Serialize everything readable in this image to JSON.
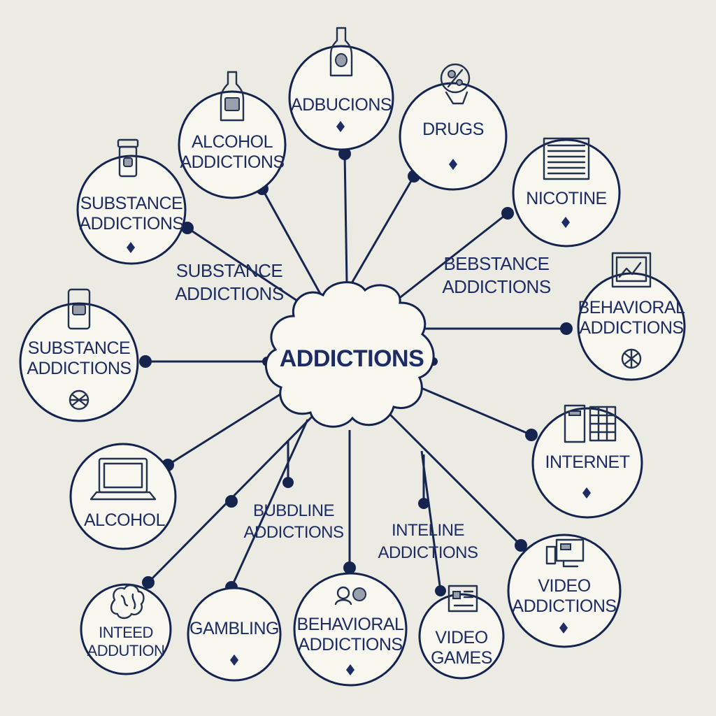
{
  "hub": {
    "label": "ADDICTIONS"
  },
  "nodes": [
    {
      "id": "substance-top",
      "lines": [
        "SUBSTANCE",
        "ADDICTIONS"
      ],
      "icon": "jar-icon"
    },
    {
      "id": "alcohol-addictions",
      "lines": [
        "ALCOHOL",
        "ADDICTIONS"
      ],
      "icon": "bottle-icon"
    },
    {
      "id": "adbucions",
      "lines": [
        "ADBUCIONS"
      ],
      "icon": "bottle-icon"
    },
    {
      "id": "drugs",
      "lines": [
        "DRUGS"
      ],
      "icon": "pills-icon"
    },
    {
      "id": "nicotine",
      "lines": [
        "NICOTINE"
      ],
      "icon": "cigarette-pack-icon"
    },
    {
      "id": "behavioral-right",
      "lines": [
        "BEHAVIORAL",
        "ADDICTIONS"
      ],
      "icon": "monitor-chart-icon"
    },
    {
      "id": "internet",
      "lines": [
        "INTERNET"
      ],
      "icon": "server-icon"
    },
    {
      "id": "video-addictions",
      "lines": [
        "VIDEO",
        "ADDICTIONS"
      ],
      "icon": "computer-icon"
    },
    {
      "id": "video-games",
      "lines": [
        "VIDEO",
        "GAMES"
      ],
      "icon": "gamepad-icon"
    },
    {
      "id": "behavioral-bottom",
      "lines": [
        "BEHAVIORAL",
        "ADDICTIONS"
      ],
      "icon": "people-icon"
    },
    {
      "id": "gambling",
      "lines": [
        "GAMBLING"
      ],
      "icon": ""
    },
    {
      "id": "inteed-addution",
      "lines": [
        "INTEED",
        "ADDUTION"
      ],
      "icon": "brain-icon"
    },
    {
      "id": "alcohol",
      "lines": [
        "ALCOHOL"
      ],
      "icon": "laptop-icon"
    },
    {
      "id": "substance-left",
      "lines": [
        "SUBSTANCE",
        "ADDICTIONS"
      ],
      "icon": "phone-icon"
    }
  ],
  "floating_labels": [
    {
      "id": "substance-mid",
      "lines": [
        "SUBSTANCE",
        "ADDICTIONS"
      ]
    },
    {
      "id": "bebstance",
      "lines": [
        "BEBSTANCE",
        "ADDICTIONS"
      ]
    },
    {
      "id": "bubdline",
      "lines": [
        "BUBDLINE",
        "ADDICTIONS"
      ]
    },
    {
      "id": "inteline",
      "lines": [
        "INTELINE",
        "ADDICTIONS"
      ]
    }
  ],
  "colors": {
    "ink": "#1d2c63",
    "line": "#15244f",
    "background": "#ecebe3",
    "node_fill": "#f7f6ef"
  }
}
